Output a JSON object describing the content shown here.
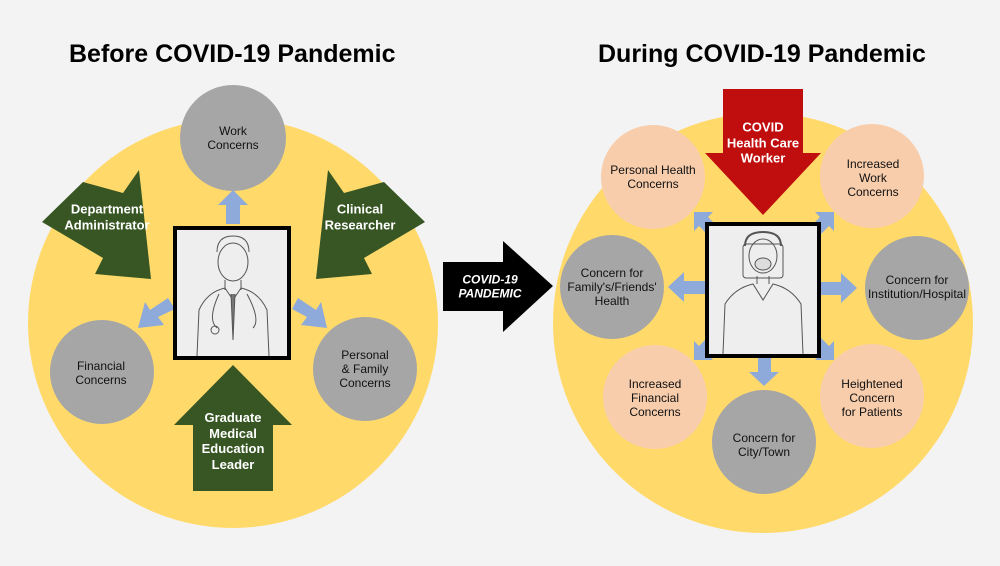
{
  "left_panel": {
    "title": "Before COVID-19 Pandemic",
    "center_image": "physician-sketch",
    "roles": [
      {
        "id": "department-administrator",
        "lines": [
          "Department",
          "Administrator"
        ]
      },
      {
        "id": "clinical-researcher",
        "lines": [
          "Clinical",
          "Researcher"
        ]
      },
      {
        "id": "graduate-medical-education-leader",
        "lines": [
          "Graduate",
          "Medical",
          "Education",
          "Leader"
        ]
      }
    ],
    "concerns": [
      {
        "id": "work",
        "lines": [
          "Work",
          "Concerns"
        ]
      },
      {
        "id": "financial",
        "lines": [
          "Financial",
          "Concerns"
        ]
      },
      {
        "id": "personal-family",
        "lines": [
          "Personal",
          "& Family",
          "Concerns"
        ]
      }
    ]
  },
  "transition_arrow": {
    "lines": [
      "COVID-19",
      "PANDEMIC"
    ]
  },
  "right_panel": {
    "title": "During COVID-19 Pandemic",
    "center_image": "health-care-worker-with-face-shield-sketch",
    "role": {
      "id": "covid-health-care-worker",
      "lines": [
        "COVID",
        "Health Care",
        "Worker"
      ]
    },
    "concerns": [
      {
        "id": "personal-health",
        "lines": [
          "Personal Health",
          "Concerns"
        ],
        "type": "heightened"
      },
      {
        "id": "increased-work",
        "lines": [
          "Increased",
          "Work",
          "Concerns"
        ],
        "type": "heightened"
      },
      {
        "id": "family-friends-health",
        "lines": [
          "Concern for",
          "Family's/Friends'",
          "Health"
        ],
        "type": "other"
      },
      {
        "id": "institution-hospital",
        "lines": [
          "Concern for",
          "Institution/Hospital"
        ],
        "type": "other"
      },
      {
        "id": "increased-financial",
        "lines": [
          "Increased",
          "Financial",
          "Concerns"
        ],
        "type": "heightened"
      },
      {
        "id": "patients",
        "lines": [
          "Heightened",
          "Concern",
          "for Patients"
        ],
        "type": "heightened"
      },
      {
        "id": "city-town",
        "lines": [
          "Concern for",
          "City/Town"
        ],
        "type": "other"
      }
    ]
  },
  "colors": {
    "background": "#f3f3f3",
    "yellow": "#ffda6a",
    "gray_circle": "#a6a6a6",
    "peach_circle": "#f8cdac",
    "green_arrow": "#375623",
    "red_arrow": "#c00d0e",
    "blue_arrow": "#8eaadb",
    "black_arrow": "#000000"
  }
}
